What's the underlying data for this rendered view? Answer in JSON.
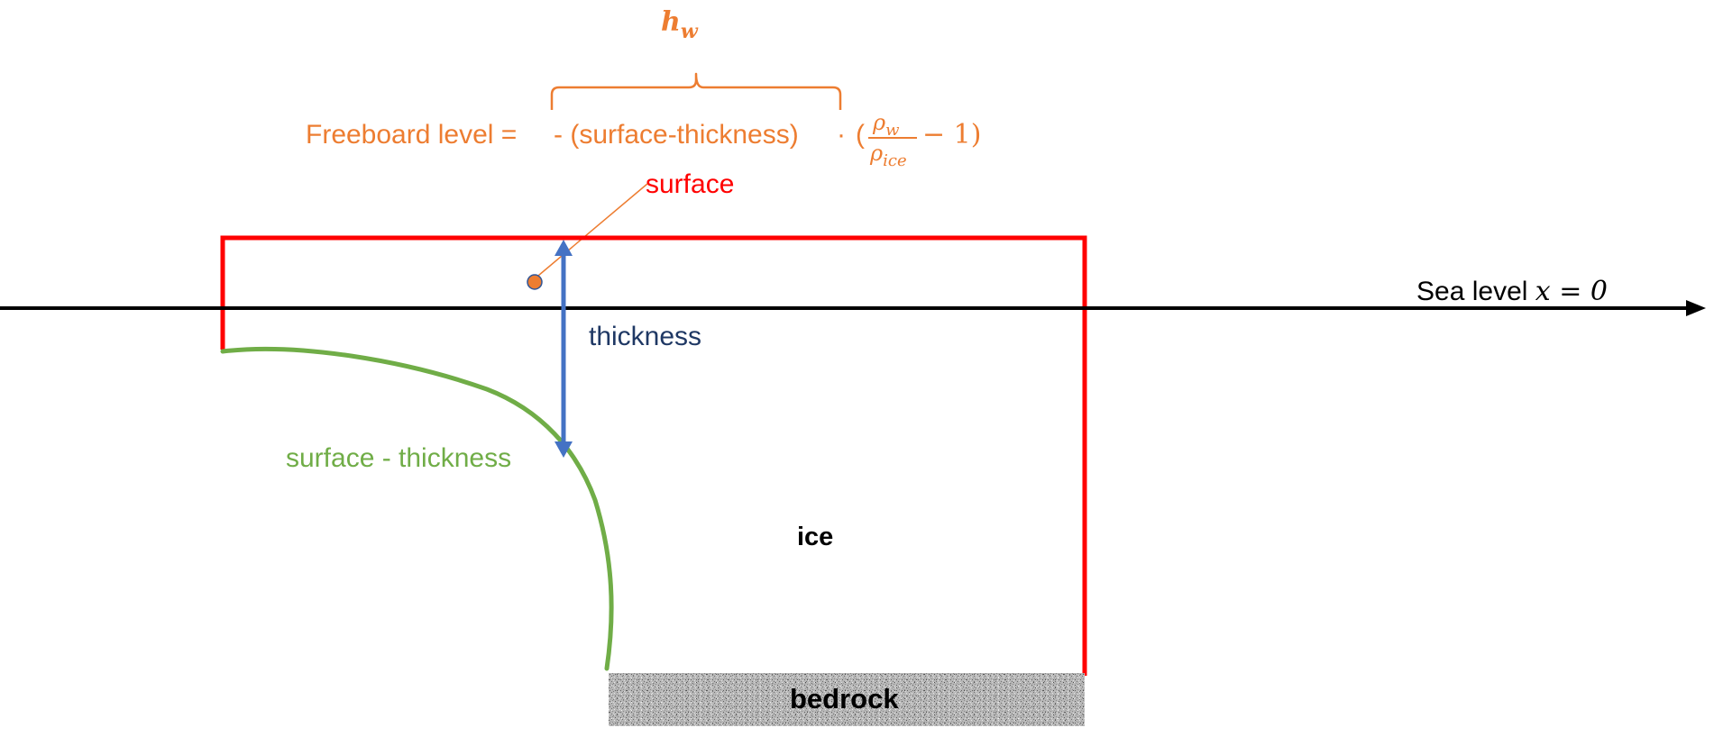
{
  "colors": {
    "orange": "#ED7D31",
    "red": "#FF0000",
    "green": "#70AD47",
    "blue": "#4472C4",
    "navy": "#1F3864",
    "black": "#000000"
  },
  "formula": {
    "hw_symbol": "h",
    "hw_subscript": "w",
    "prefix": "Freeboard level = ",
    "term": "- (surface-thickness)",
    "dot": "·",
    "open_paren": "(",
    "rho_num": "ρ",
    "rho_num_sub": "w",
    "rho_den": "ρ",
    "rho_den_sub": "ice",
    "minus_one": "− 1)"
  },
  "labels": {
    "surface": "surface",
    "thickness": "thickness",
    "surface_minus_thickness": "surface - thickness",
    "ice": "ice",
    "bedrock": "bedrock",
    "sea_level_text": "Sea level ",
    "sea_level_eq": "x = 0"
  },
  "icons": {
    "sea_level_axis": "arrow-right-icon",
    "thickness_arrow": "double-arrow-vertical-icon",
    "surface_point": "dot-icon"
  }
}
